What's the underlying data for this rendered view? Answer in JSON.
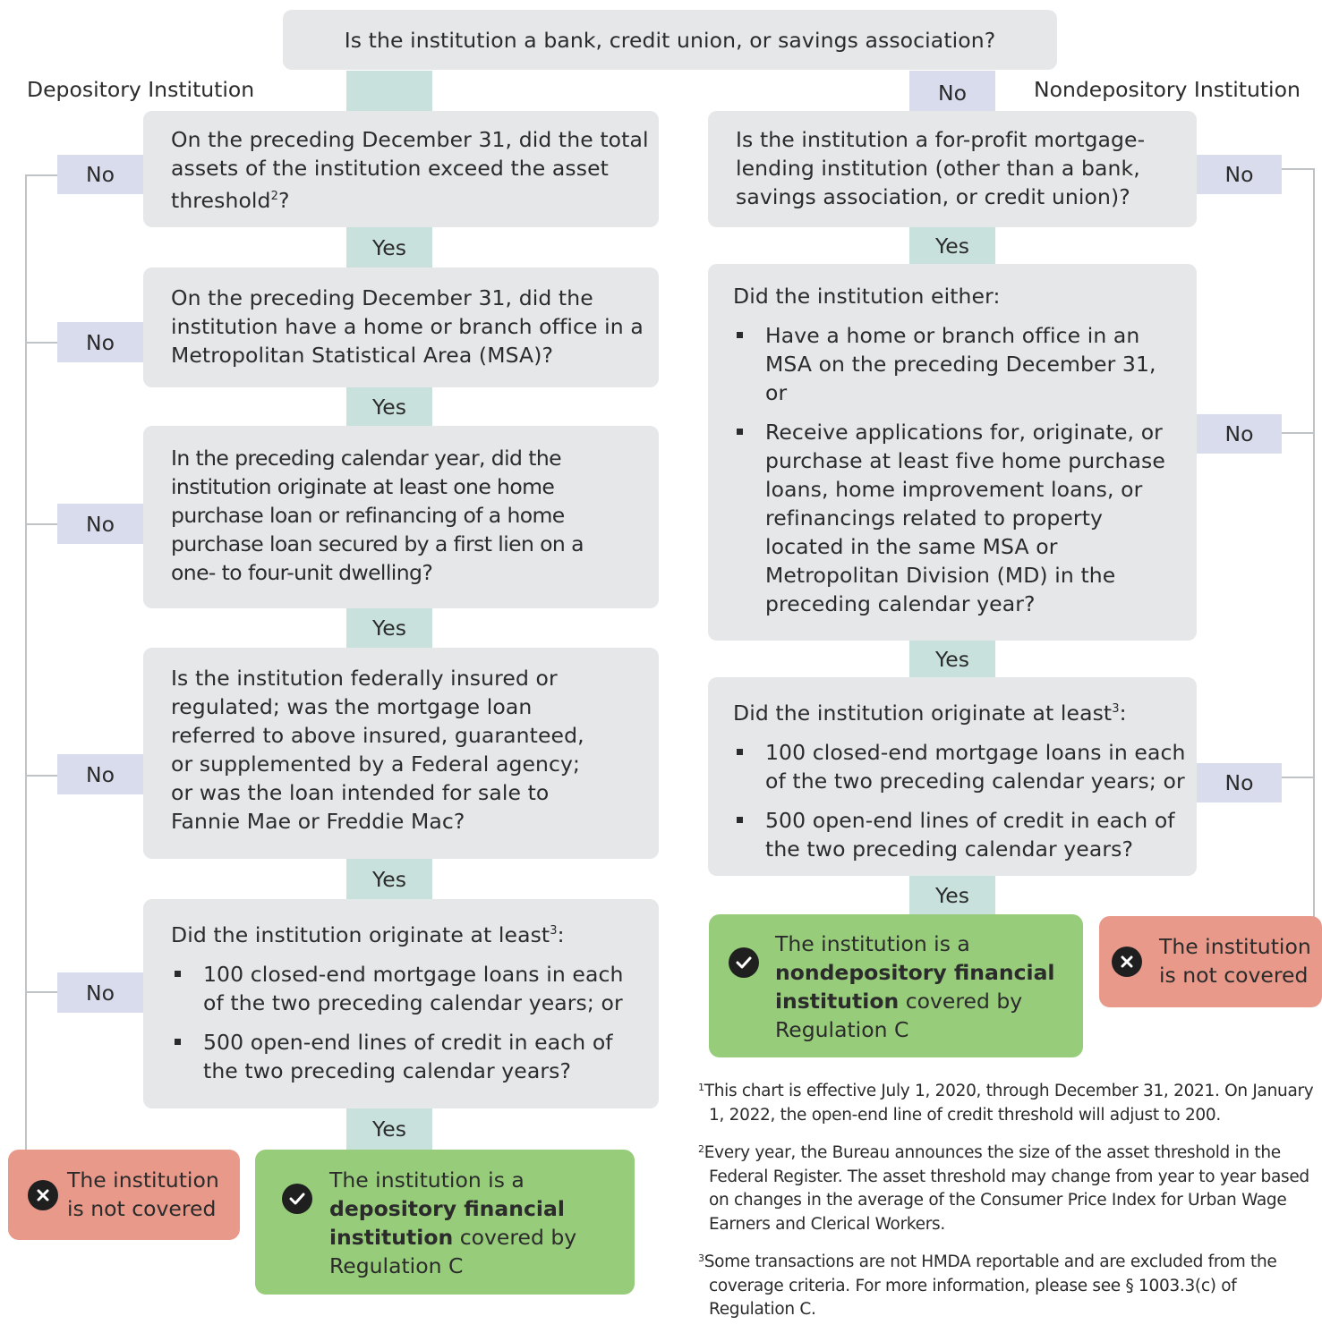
{
  "top_question": "Is the institution a bank, credit union, or savings association?",
  "left": {
    "label": "Depository Institution",
    "q1": {
      "text": "On the preceding December 31, did the total assets of the institution exceed the asset threshold",
      "sup": "2",
      "tail": "?"
    },
    "q2": "On the preceding December 31, did the institution have a home or branch office in a Metropolitan Statistical Area (MSA)?",
    "q3": "In the preceding calendar year, did the institution originate at least one home purchase loan or refinancing of a home purchase loan secured by a first lien on a one- to four-unit dwelling?",
    "q4": "Is the institution federally insured or regulated; was the mortgage loan referred to above insured, guaranteed, or supplemented by a Federal agency; or was the loan intended for sale to Fannie Mae or Freddie Mac?",
    "q5": {
      "intro": "Did the institution originate at least",
      "sup": "3",
      "tail": ":",
      "bullets": [
        "100 closed-end mortgage loans in each of the two preceding calendar years; or",
        "500 open-end lines of credit in each of the two preceding calendar years?"
      ]
    },
    "covered": {
      "pre": "The institution is a",
      "bold": "depository financial institution",
      "post": "covered by Regulation C"
    },
    "not_covered": "The institution is not covered"
  },
  "right": {
    "label": "Nondepository Institution",
    "q1": "Is the institution a for-profit mortgage-lending institution (other than a bank, savings association, or credit union)?",
    "q2": {
      "intro": "Did the institution either:",
      "bullets": [
        "Have a home or branch office in an MSA on the preceding December 31, or",
        "Receive applications for, originate, or purchase at least five home purchase loans, home improvement loans, or refinancings related to property located in the same MSA or Metropolitan Division (MD) in the preceding calendar year?"
      ]
    },
    "q3": {
      "intro": "Did the institution originate at least",
      "sup": "3",
      "tail": ":",
      "bullets": [
        "100 closed-end mortgage loans in each of the two preceding calendar years; or",
        "500 open-end lines of credit in each of the two preceding calendar years?"
      ]
    },
    "covered": {
      "pre": "The institution is a",
      "bold": "nondepository financial institution",
      "post": "covered by Regulation C"
    },
    "not_covered": "The institution is not covered"
  },
  "yes_label": "Yes",
  "no_label": "No",
  "footnotes": [
    {
      "num": "1",
      "text": "This chart is effective July 1, 2020, through December 31, 2021. On January 1, 2022, the open-end line of credit threshold will adjust to 200."
    },
    {
      "num": "2",
      "text": "Every year, the Bureau announces the size of the asset threshold in the Federal Register. The asset threshold may change from year to year based on changes in the average of the Consumer Price Index for Urban Wage Earners and Clerical Workers."
    },
    {
      "num": "3",
      "text": "Some transactions are not HMDA reportable and are excluded from the coverage criteria. For more information, please see § 1003.3(c) of Regulation C."
    }
  ],
  "icons": {
    "covered": "check-circle-icon",
    "not_covered": "x-circle-icon"
  }
}
